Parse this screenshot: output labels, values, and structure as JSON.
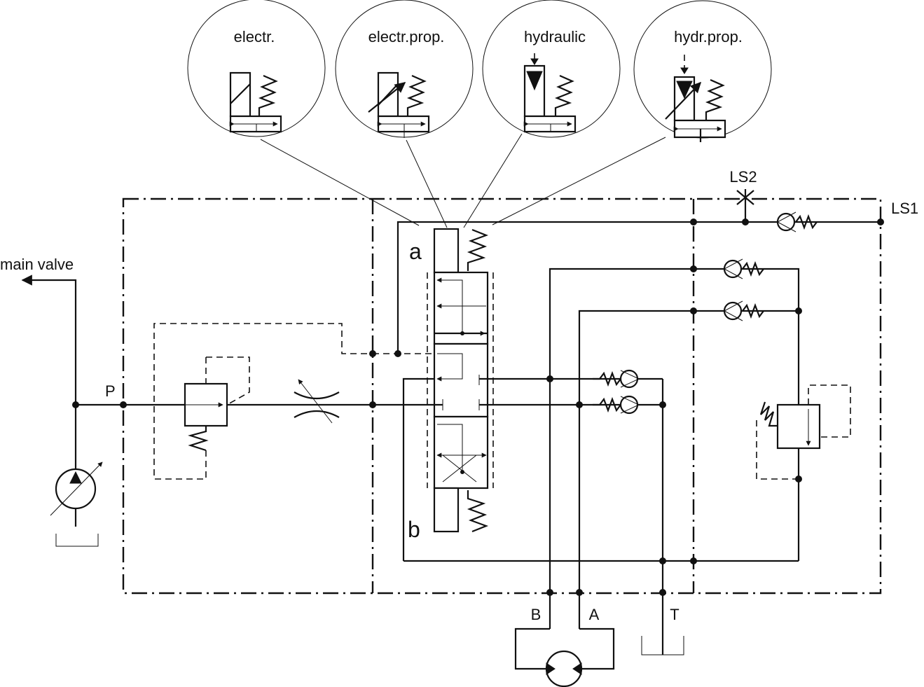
{
  "callouts": {
    "electric": "electr.",
    "electric_prop": "electr.prop.",
    "hydraulic": "hydraulic",
    "hydraulic_prop": "hydr.prop."
  },
  "ports": {
    "main_valve": "main valve",
    "pressure": "P",
    "ls1": "LS1",
    "ls2": "LS2",
    "port_b": "B",
    "port_a": "A",
    "tank": "T"
  },
  "spool_positions": {
    "a": "a",
    "b": "b"
  }
}
